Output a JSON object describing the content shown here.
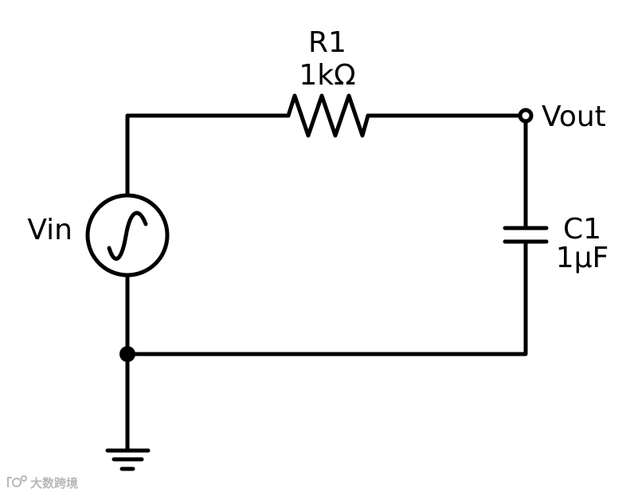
{
  "components": {
    "resistor": {
      "ref": "R1",
      "value": "1kΩ"
    },
    "capacitor": {
      "ref": "C1",
      "value": "1μF"
    },
    "source": {
      "label": "Vin"
    },
    "output": {
      "label": "Vout"
    }
  },
  "watermark": {
    "text": "大数跨境"
  },
  "colors": {
    "ink": "#000000",
    "background": "#ffffff",
    "watermark": "#b8b8b8"
  }
}
